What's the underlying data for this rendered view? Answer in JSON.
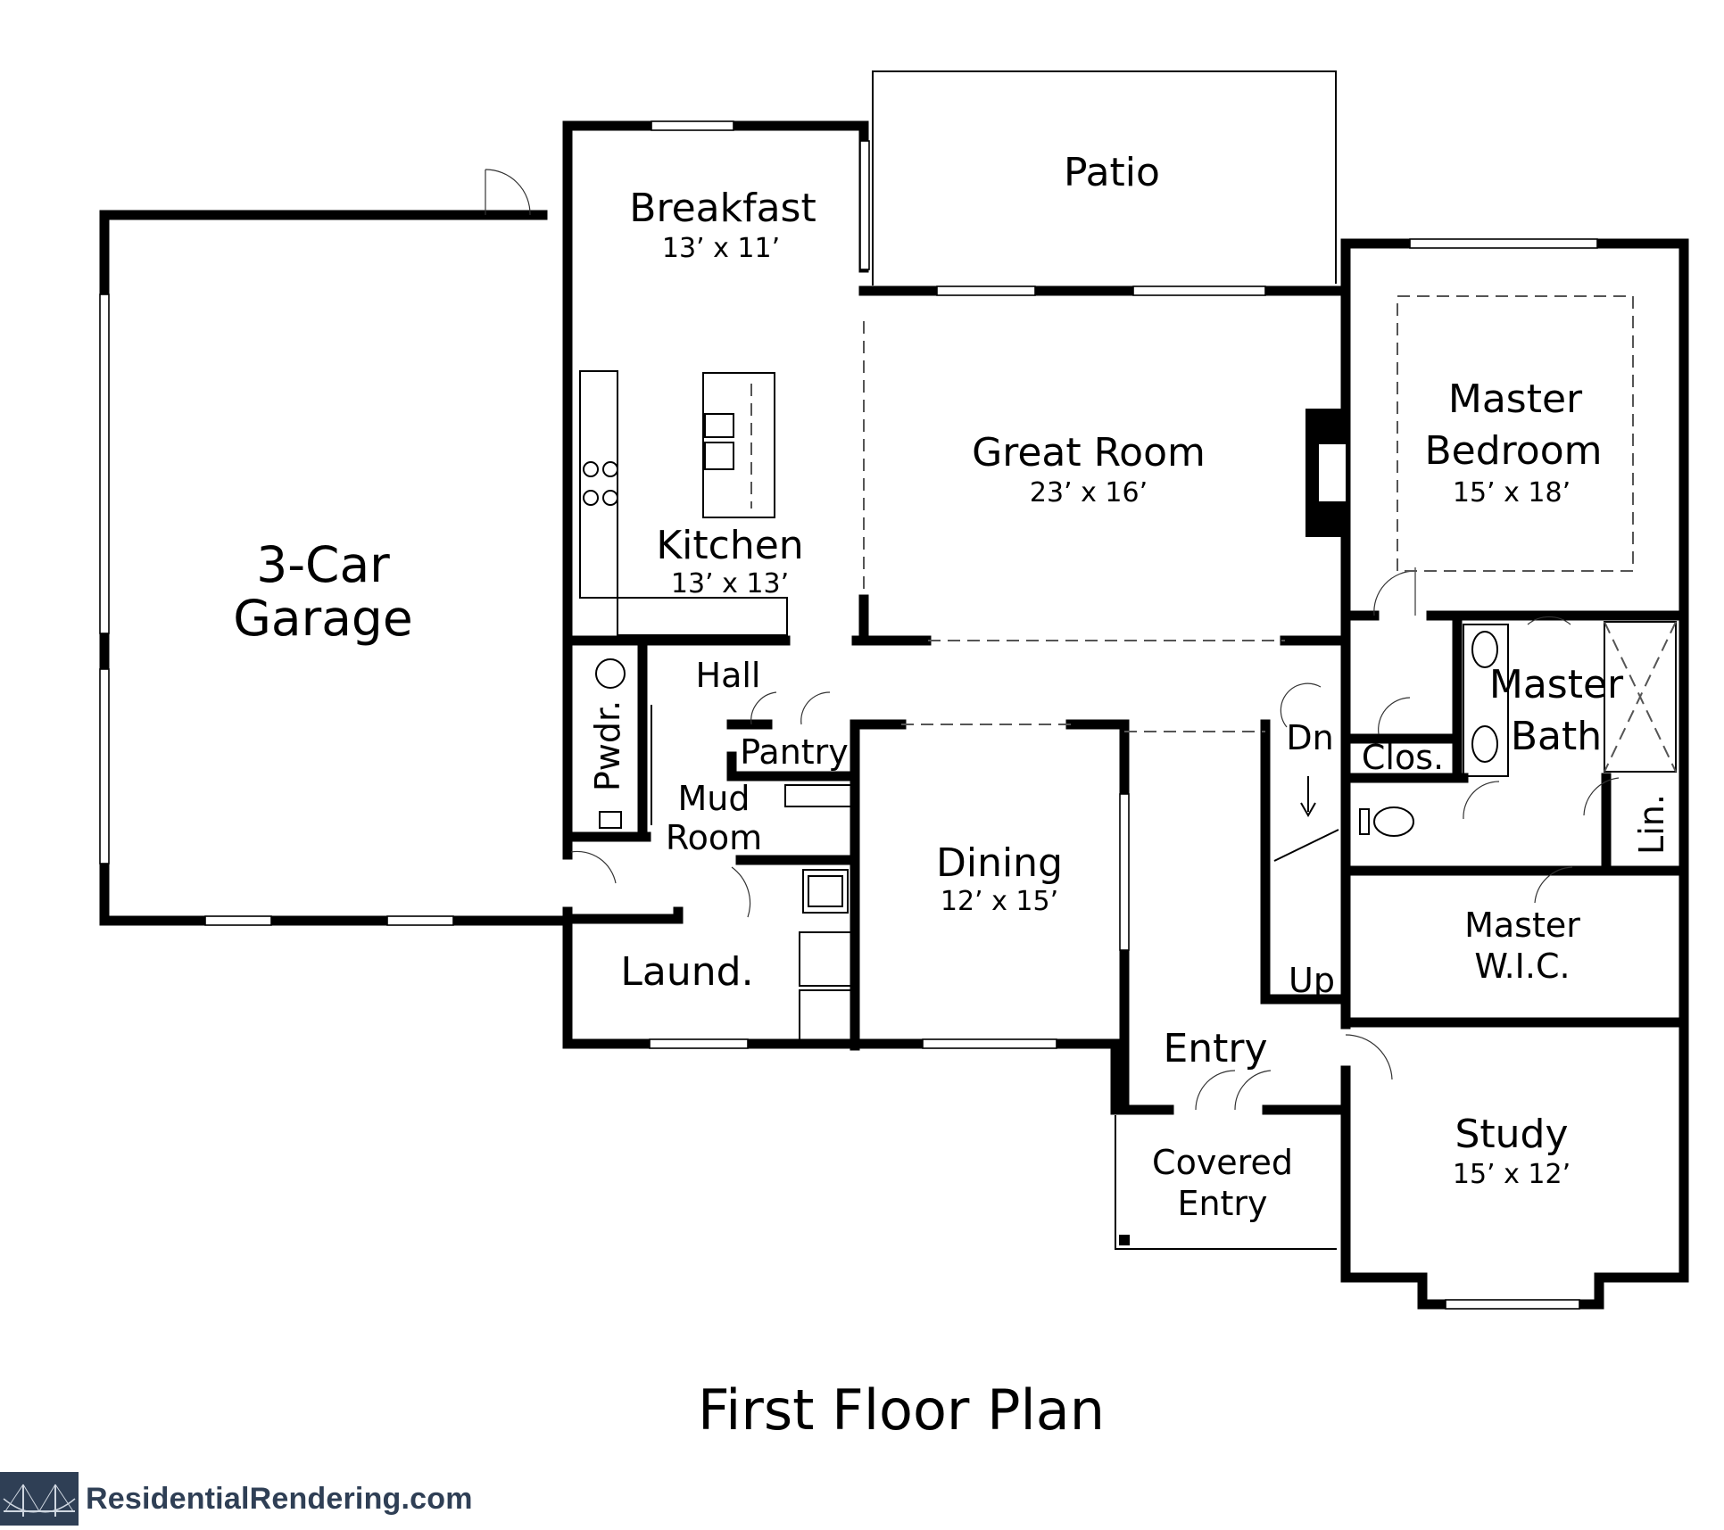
{
  "plan_title": "First Floor Plan",
  "brand": {
    "text": "ResidentialRendering.com",
    "logo_icon": "bridge-icon"
  },
  "rooms": {
    "patio": {
      "name": "Patio"
    },
    "breakfast": {
      "name": "Breakfast",
      "size": "13’ x 11’"
    },
    "garage": {
      "line1": "3-Car",
      "line2": "Garage"
    },
    "kitchen": {
      "name": "Kitchen",
      "size": "13’ x 13’"
    },
    "great_room": {
      "name": "Great Room",
      "size": "23’ x 16’"
    },
    "master_bedroom": {
      "line1": "Master",
      "line2": "Bedroom",
      "size": "15’ x 18’"
    },
    "hall": {
      "name": "Hall"
    },
    "pantry": {
      "name": "Pantry"
    },
    "powder": {
      "name": "Pwdr."
    },
    "mud_room": {
      "line1": "Mud",
      "line2": "Room"
    },
    "master_bath": {
      "line1": "Master",
      "line2": "Bath"
    },
    "closet": {
      "name": "Clos."
    },
    "linen": {
      "name": "Lin."
    },
    "stairs_down": {
      "name": "Dn"
    },
    "stairs_up": {
      "name": "Up"
    },
    "dining": {
      "name": "Dining",
      "size": "12’ x 15’"
    },
    "laundry": {
      "name": "Laund."
    },
    "master_wic": {
      "line1": "Master",
      "line2": "W.I.C."
    },
    "entry": {
      "name": "Entry"
    },
    "covered_entry": {
      "line1": "Covered",
      "line2": "Entry"
    },
    "study": {
      "name": "Study",
      "size": "15’ x 12’"
    }
  }
}
